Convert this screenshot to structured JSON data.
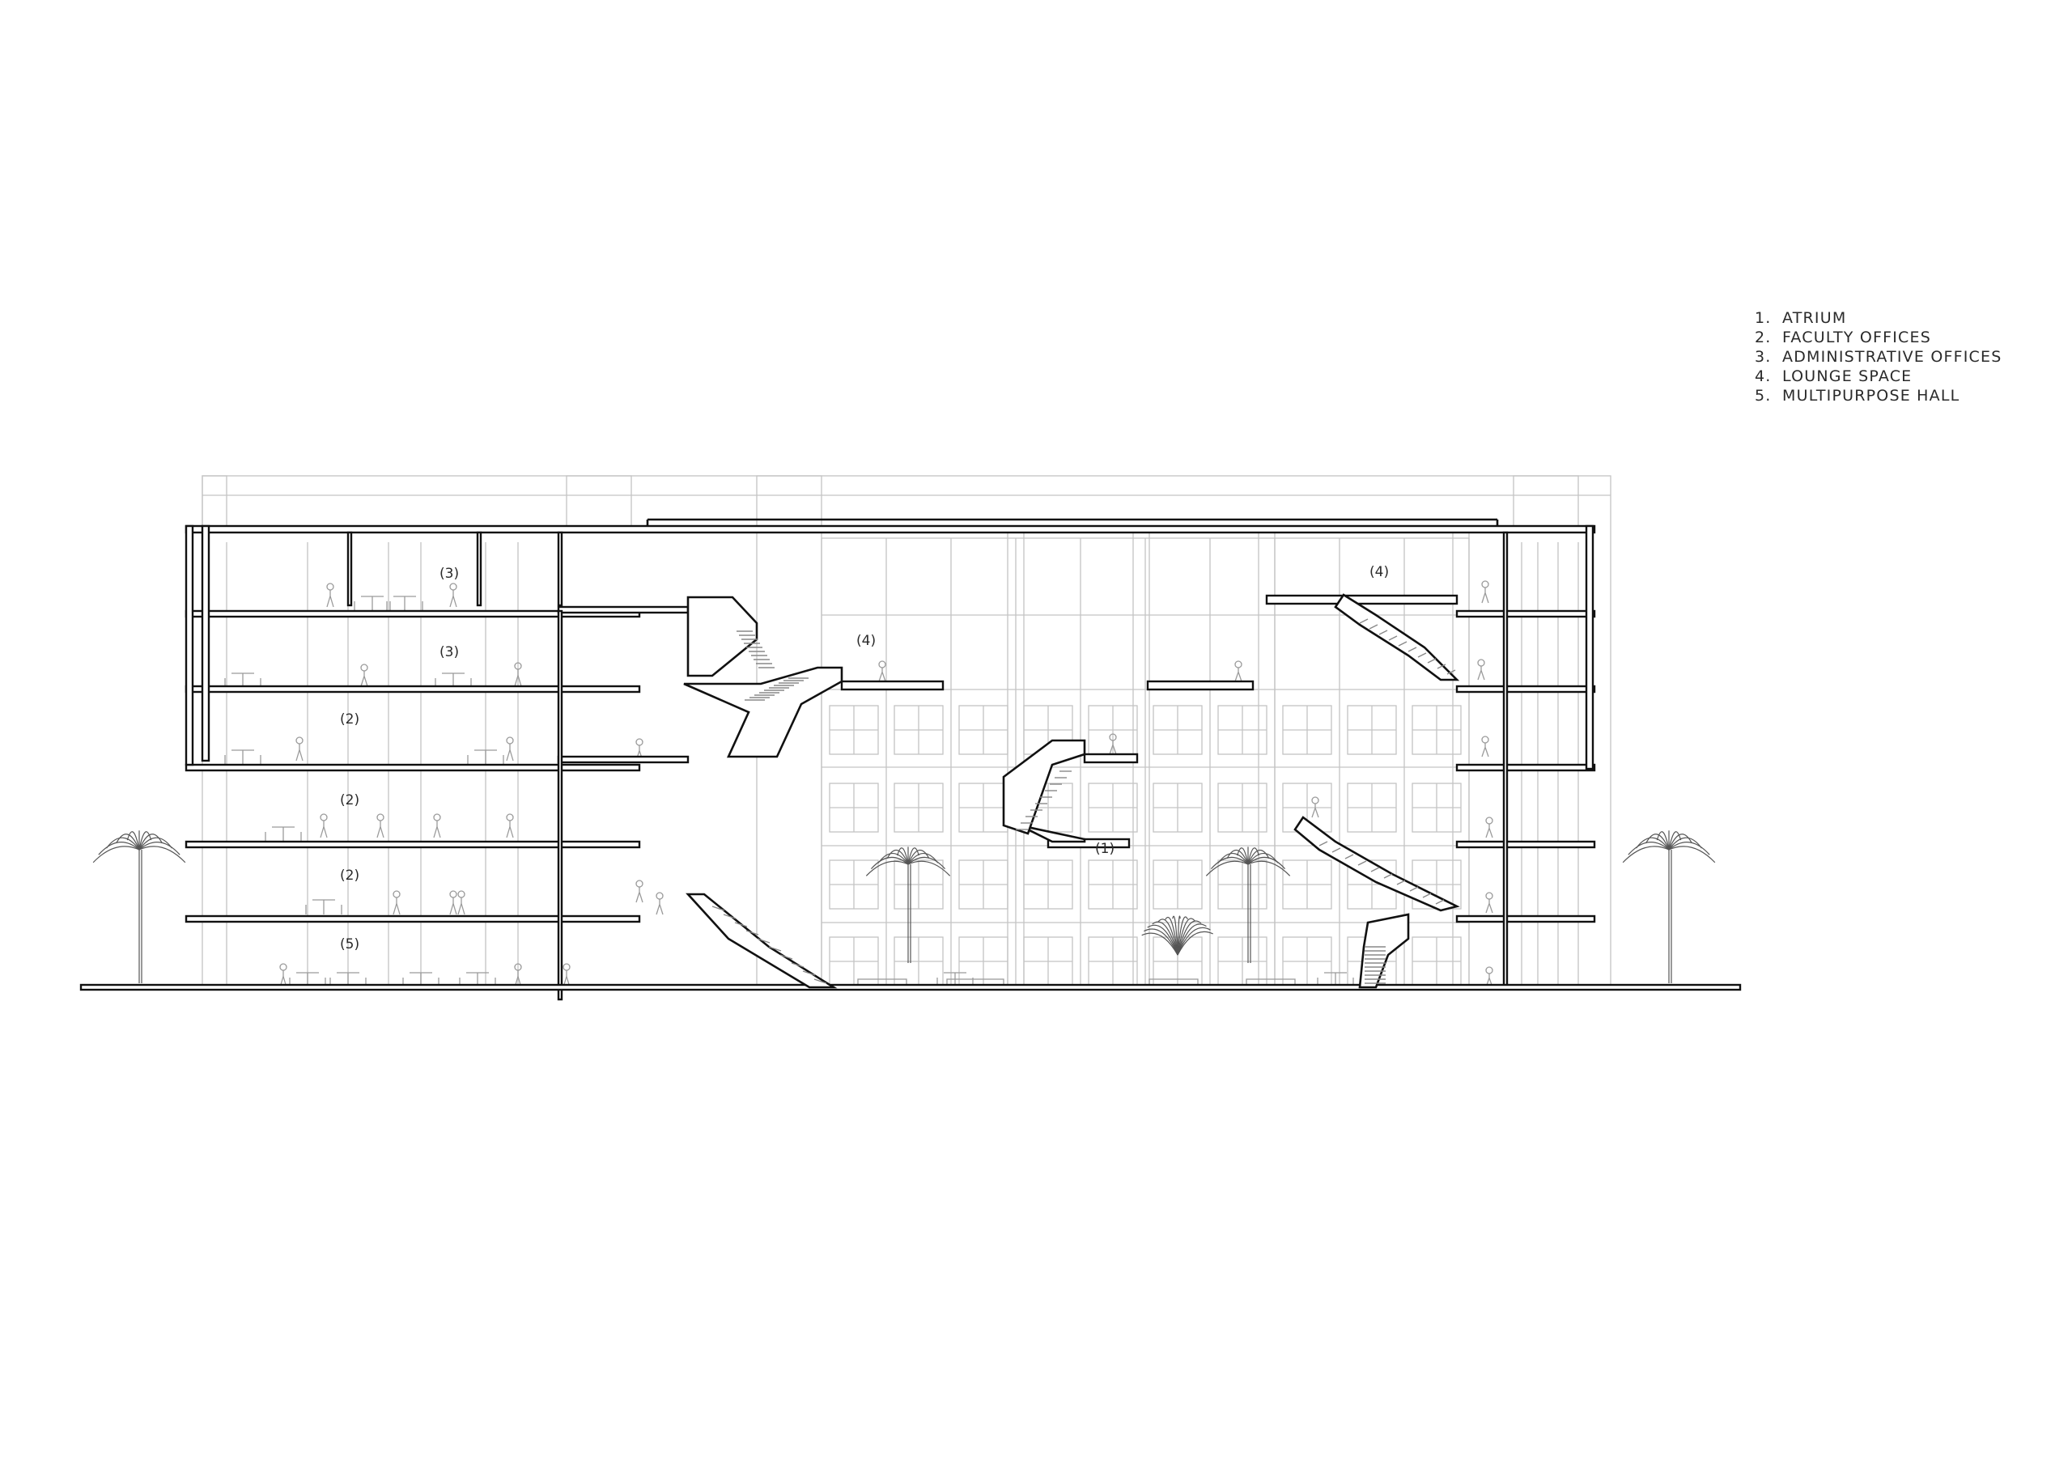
{
  "legend": [
    {
      "num": "1.",
      "label": "ATRIUM"
    },
    {
      "num": "2.",
      "label": "FACULTY OFFICES"
    },
    {
      "num": "3.",
      "label": "ADMINISTRATIVE OFFICES"
    },
    {
      "num": "4.",
      "label": "LOUNGE SPACE"
    },
    {
      "num": "5.",
      "label": "MULTIPURPOSE HALL"
    }
  ],
  "space_labels": [
    {
      "text": "(3)",
      "ref": "3"
    },
    {
      "text": "(3)",
      "ref": "3"
    },
    {
      "text": "(2)",
      "ref": "2"
    },
    {
      "text": "(2)",
      "ref": "2"
    },
    {
      "text": "(2)",
      "ref": "2"
    },
    {
      "text": "(5)",
      "ref": "5"
    },
    {
      "text": "(4)",
      "ref": "4"
    },
    {
      "text": "(4)",
      "ref": "4"
    },
    {
      "text": "(1)",
      "ref": "1"
    }
  ],
  "colors": {
    "cut_line": "#111111",
    "elevation_line": "#c4c4c4",
    "text": "#2a2a2a"
  }
}
